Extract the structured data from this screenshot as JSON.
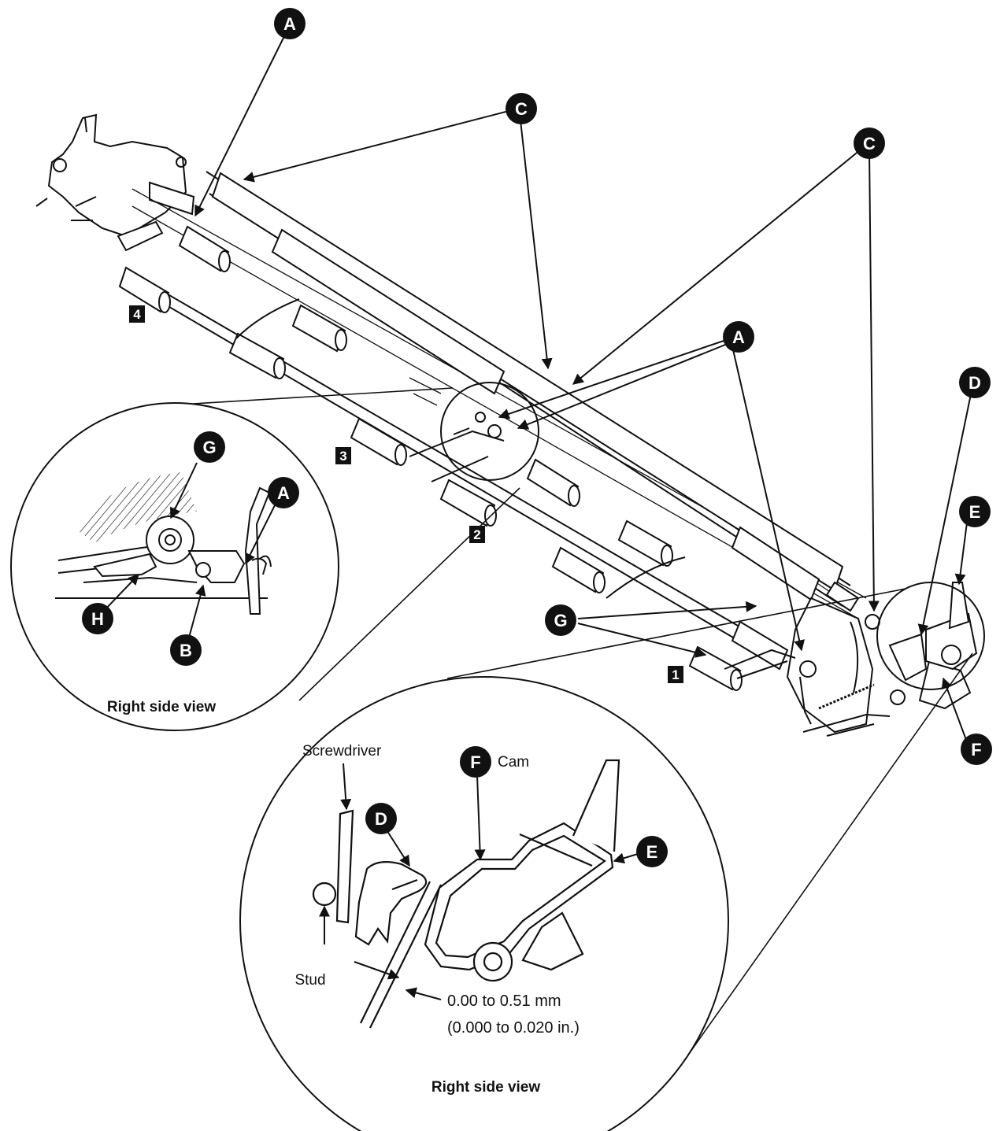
{
  "callouts": {
    "a": "A",
    "b": "B",
    "c": "C",
    "d": "D",
    "e": "E",
    "f": "F",
    "g": "G",
    "h": "H"
  },
  "roller_numbers": [
    "1",
    "2",
    "3",
    "4"
  ],
  "detail_left": {
    "caption": "Right side view"
  },
  "detail_bottom": {
    "caption": "Right side view",
    "screwdriver": "Screwdriver",
    "cam": "Cam",
    "stud": "Stud",
    "measurement_mm": "0.00 to 0.51 mm",
    "measurement_in": "(0.000 to 0.020 in.)"
  },
  "colors": {
    "ink": "#111111",
    "paper": "#ffffff"
  }
}
